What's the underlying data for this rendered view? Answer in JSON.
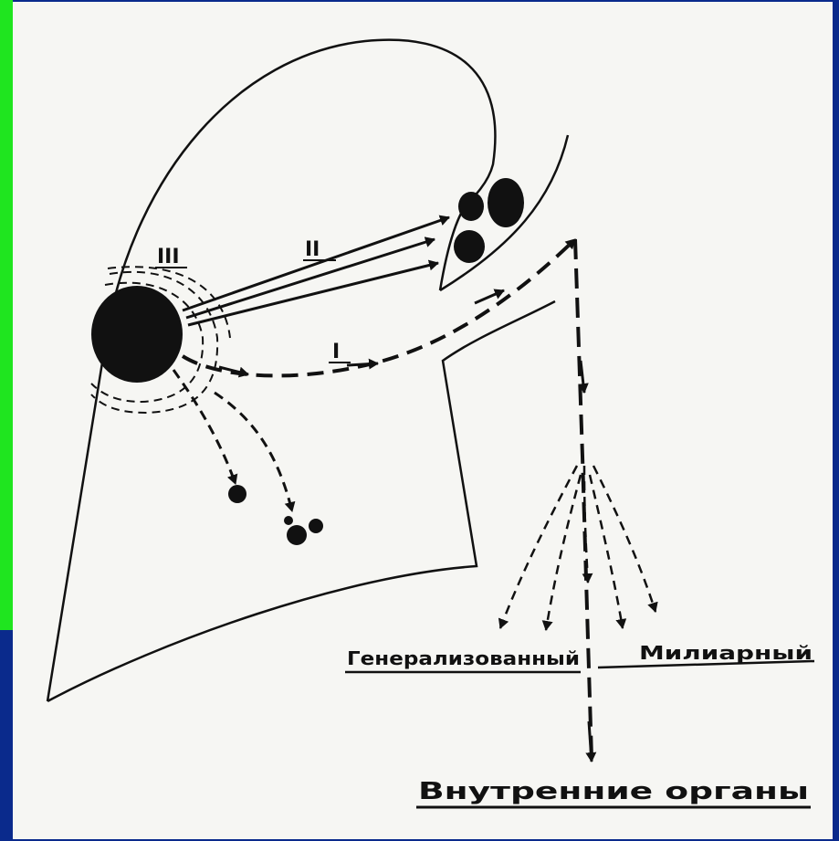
{
  "labels": {
    "roman_1": "I",
    "roman_2": "II",
    "roman_3": "III",
    "generalized": "Генерализованный",
    "miliary": "Милиарный",
    "internal_organs": "Внутренние органы"
  },
  "colors": {
    "background": "#0a2a8c",
    "side_bar": "#1fe51f",
    "slide": "#f6f6f3",
    "ink": "#111111"
  }
}
